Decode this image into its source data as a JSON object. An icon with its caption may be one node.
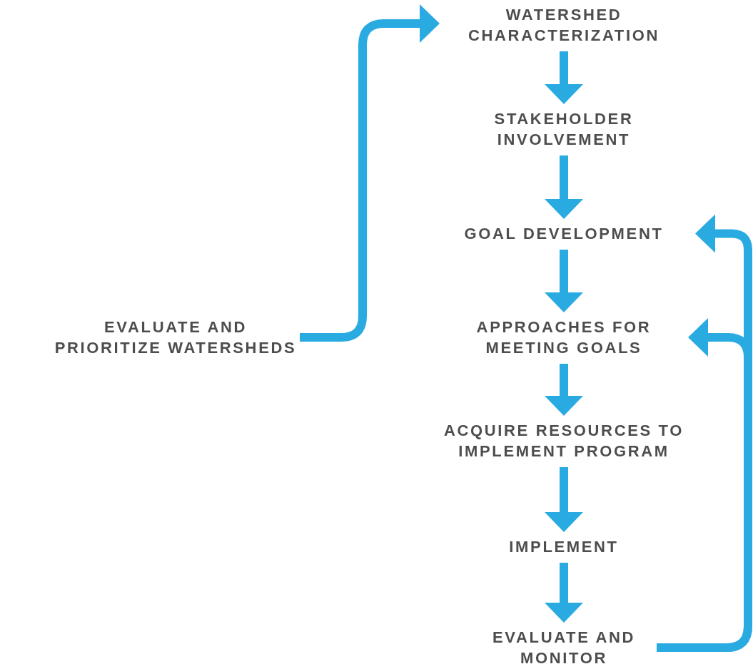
{
  "diagram": {
    "nodes": [
      {
        "text": [
          "WATERSHED CHARACTERIZATION"
        ]
      },
      {
        "text": [
          "STAKEHOLDER INVOLVEMENT"
        ]
      },
      {
        "text": [
          "GOAL DEVELOPMENT"
        ]
      },
      {
        "text": [
          "APPROACHES FOR MEETING GOALS"
        ]
      },
      {
        "text": [
          "ACQUIRE RESOURCES TO IMPLEMENT PROGRAM"
        ]
      },
      {
        "text": [
          "IMPLEMENT"
        ]
      },
      {
        "text": [
          "EVALUATE AND MONITOR"
        ]
      },
      {
        "text": [
          "EVALUATE AND PRIORITIZE WATERSHEDS"
        ]
      }
    ],
    "edges": [
      {
        "from": 7,
        "to": 0,
        "arrow": "to"
      },
      {
        "from": 0,
        "to": 1,
        "arrow": "to"
      },
      {
        "from": 1,
        "to": 2,
        "arrow": "to"
      },
      {
        "from": 2,
        "to": 3,
        "arrow": "to"
      },
      {
        "from": 3,
        "to": 4,
        "arrow": "to"
      },
      {
        "from": 4,
        "to": 5,
        "arrow": "to"
      },
      {
        "from": 5,
        "to": 6,
        "arrow": "to"
      },
      {
        "from": 6,
        "to": 2,
        "arrow": "to"
      },
      {
        "from": 6,
        "to": 3,
        "arrow": "to"
      }
    ]
  }
}
